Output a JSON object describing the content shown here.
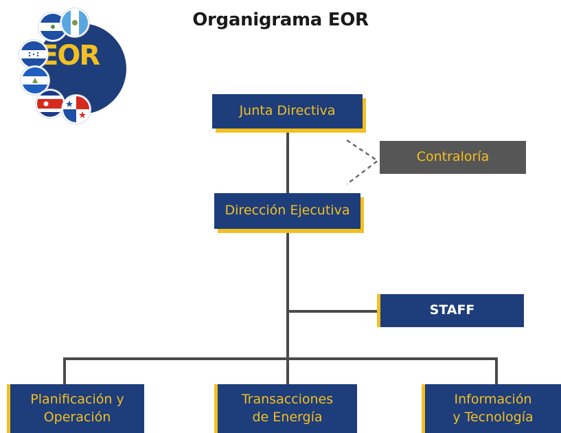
{
  "title": "Organigrama EOR",
  "logo": {
    "text": "EOR",
    "flags": [
      "el-salvador-flag-icon",
      "guatemala-flag-icon",
      "honduras-flag-icon",
      "nicaragua-flag-icon",
      "costa-rica-flag-icon",
      "panama-flag-icon"
    ]
  },
  "nodes": {
    "junta": "Junta Directiva",
    "contraloria": "Contraloría",
    "direccion": "Dirección Ejecutiva",
    "staff": "STAFF",
    "planificacion": [
      "Planificación y",
      "Operación"
    ],
    "transacciones": [
      "Transacciones",
      "de Energía"
    ],
    "informacion": [
      "Información",
      "y Tecnología"
    ]
  },
  "colors": {
    "navy": "#1e3d7b",
    "gold": "#f3c021",
    "gray": "#565656",
    "line": "#4a4a4a"
  }
}
